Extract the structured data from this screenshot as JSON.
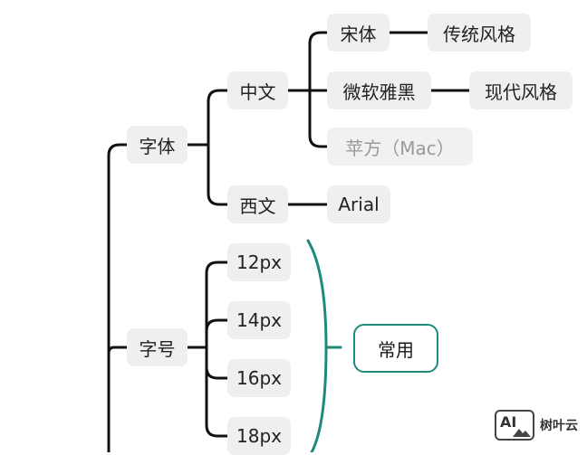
{
  "nodes": {
    "font": "字体",
    "chinese": "中文",
    "songti": "宋体",
    "traditional_style": "传统风格",
    "yahei": "微软雅黑",
    "modern_style": "现代风格",
    "pingfang": "苹方（Mac）",
    "western": "西文",
    "arial": "Arial",
    "font_size": "字号",
    "size_12": "12px",
    "size_14": "14px",
    "size_16": "16px",
    "size_18": "18px",
    "common": "常用"
  },
  "watermark": {
    "brand": "AI",
    "name": "树叶云"
  },
  "colors": {
    "line": "#111111",
    "brace": "#1e8a7c",
    "node_bg": "#efefef"
  }
}
